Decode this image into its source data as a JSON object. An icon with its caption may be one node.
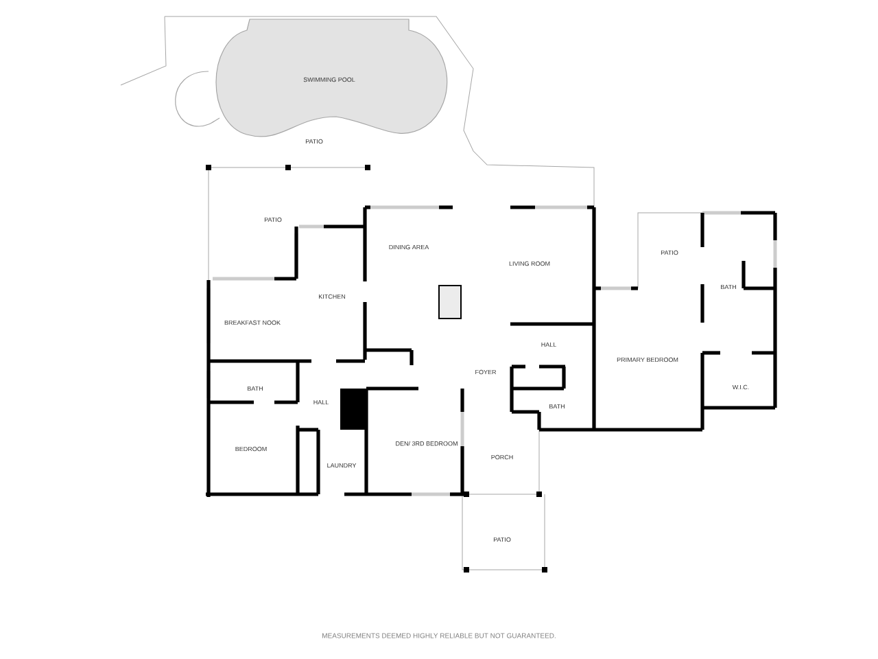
{
  "diagram": {
    "caption": "MEASUREMENTS DEEMED HIGHLY RELIABLE BUT NOT GUARANTEED.",
    "labels": [
      "SWIMMING POOL",
      "PATIO",
      "PATIO",
      "DINING AREA",
      "LIVING ROOM",
      "KITCHEN",
      "BREAKFAST NOOK",
      "PATIO",
      "BATH",
      "HALL",
      "PRIMARY BEDROOM",
      "FOYER",
      "BATH",
      "HALL",
      "BATH",
      "W.I.C.",
      "BEDROOM",
      "DEN/ 3RD BEDROOM",
      "LAUNDRY",
      "PORCH",
      "PATIO"
    ]
  }
}
